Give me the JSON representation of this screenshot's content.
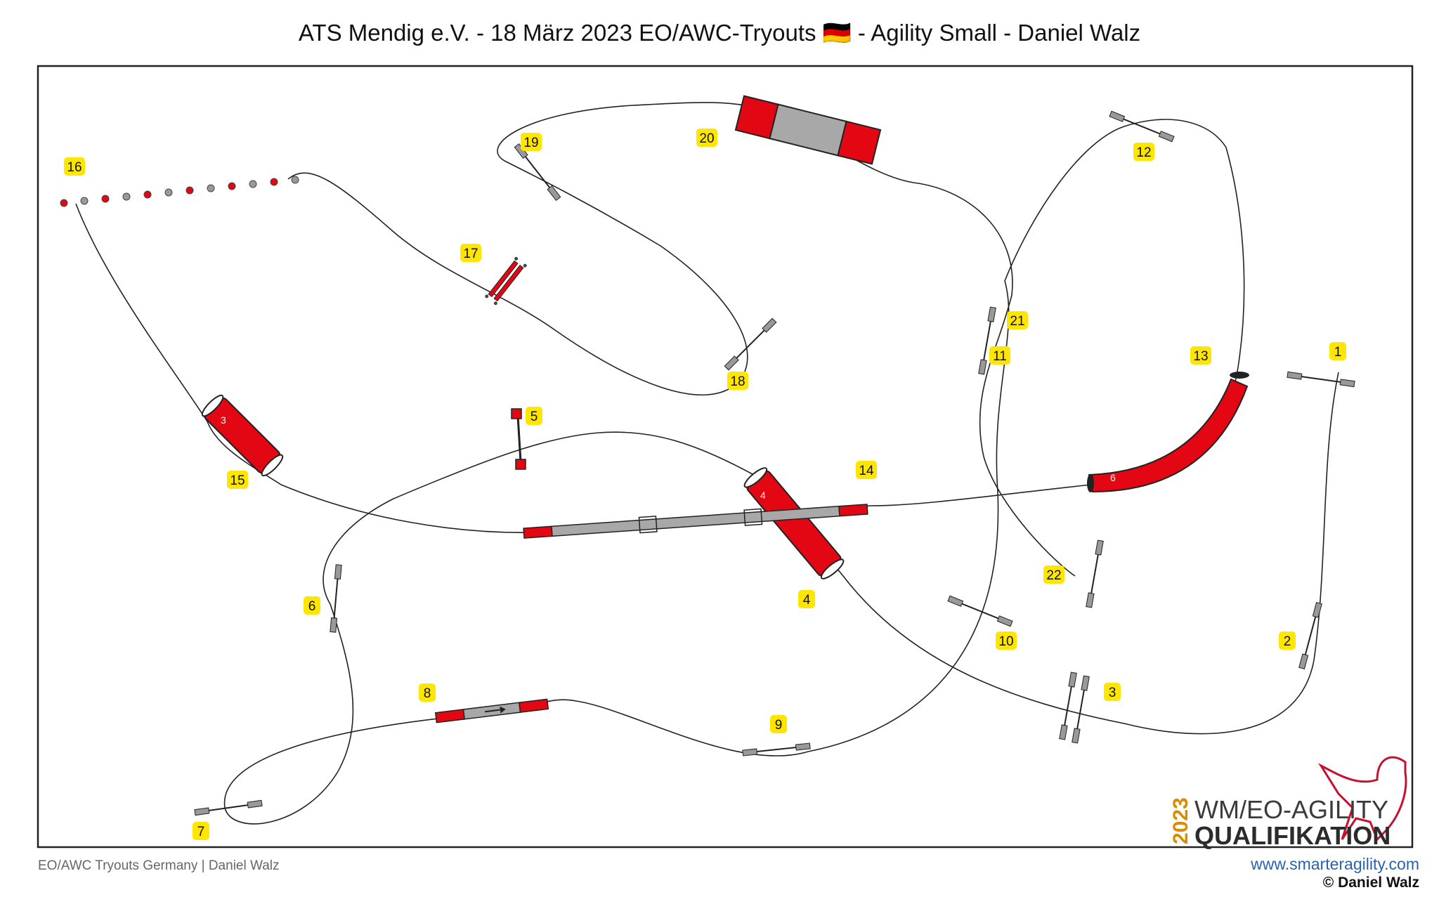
{
  "header": {
    "title": "ATS Mendig e.V. - 18 März 2023 EO/AWC-Tryouts 🇩🇪 - Agility Small - Daniel Walz"
  },
  "course": {
    "numbers": [
      "1",
      "2",
      "3",
      "4",
      "5",
      "6",
      "7",
      "8",
      "9",
      "10",
      "11",
      "12",
      "13",
      "14",
      "15",
      "16",
      "17",
      "18",
      "19",
      "20",
      "21",
      "22"
    ],
    "obstacle_labels": {
      "tunnel_a": "3",
      "tunnel_b": "4",
      "tunnel_curved": "6"
    }
  },
  "logo": {
    "year": "2023",
    "line1": "WM/EO-AGILITY",
    "line2": "QUALIFIKATION"
  },
  "footer": {
    "left": "EO/AWC Tryouts Germany | Daniel Walz",
    "url": "www.smarteragility.com",
    "copyright": "© Daniel Walz"
  },
  "colors": {
    "red": "#e30613",
    "grey": "#a8a8a8",
    "badge": "#ffe600",
    "line": "#222222"
  }
}
